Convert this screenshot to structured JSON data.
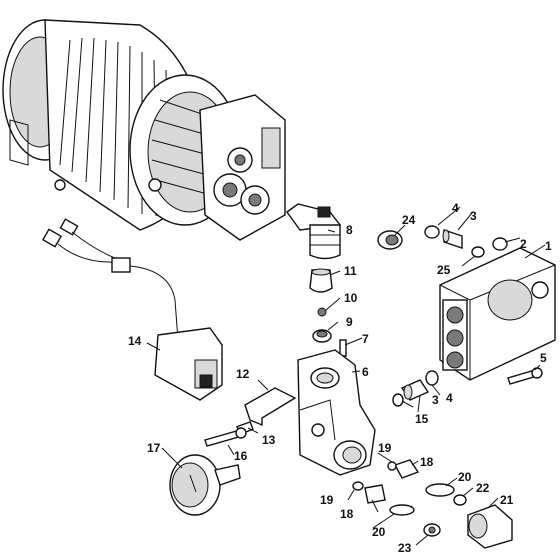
{
  "callouts": {
    "p1": "1",
    "p3a": "3",
    "p3b": "3",
    "p4a": "4",
    "p4b": "4",
    "p5": "5",
    "p6": "6",
    "p7": "7",
    "p8": "8",
    "p9": "9",
    "p10": "10",
    "p11": "11",
    "p12": "12",
    "p13": "13",
    "p14": "14",
    "p15": "15",
    "p16": "16",
    "p17": "17",
    "p18a": "18",
    "p18b": "18",
    "p19a": "19",
    "p19b": "19",
    "p20a": "20",
    "p20b": "20",
    "p21": "21",
    "p22": "22",
    "p23": "23",
    "p24": "24",
    "p25": "25"
  },
  "colors": {
    "line": "#111111",
    "shade": "#d9d9d9",
    "dark": "#7a7a7a",
    "background": "#ffffff"
  }
}
